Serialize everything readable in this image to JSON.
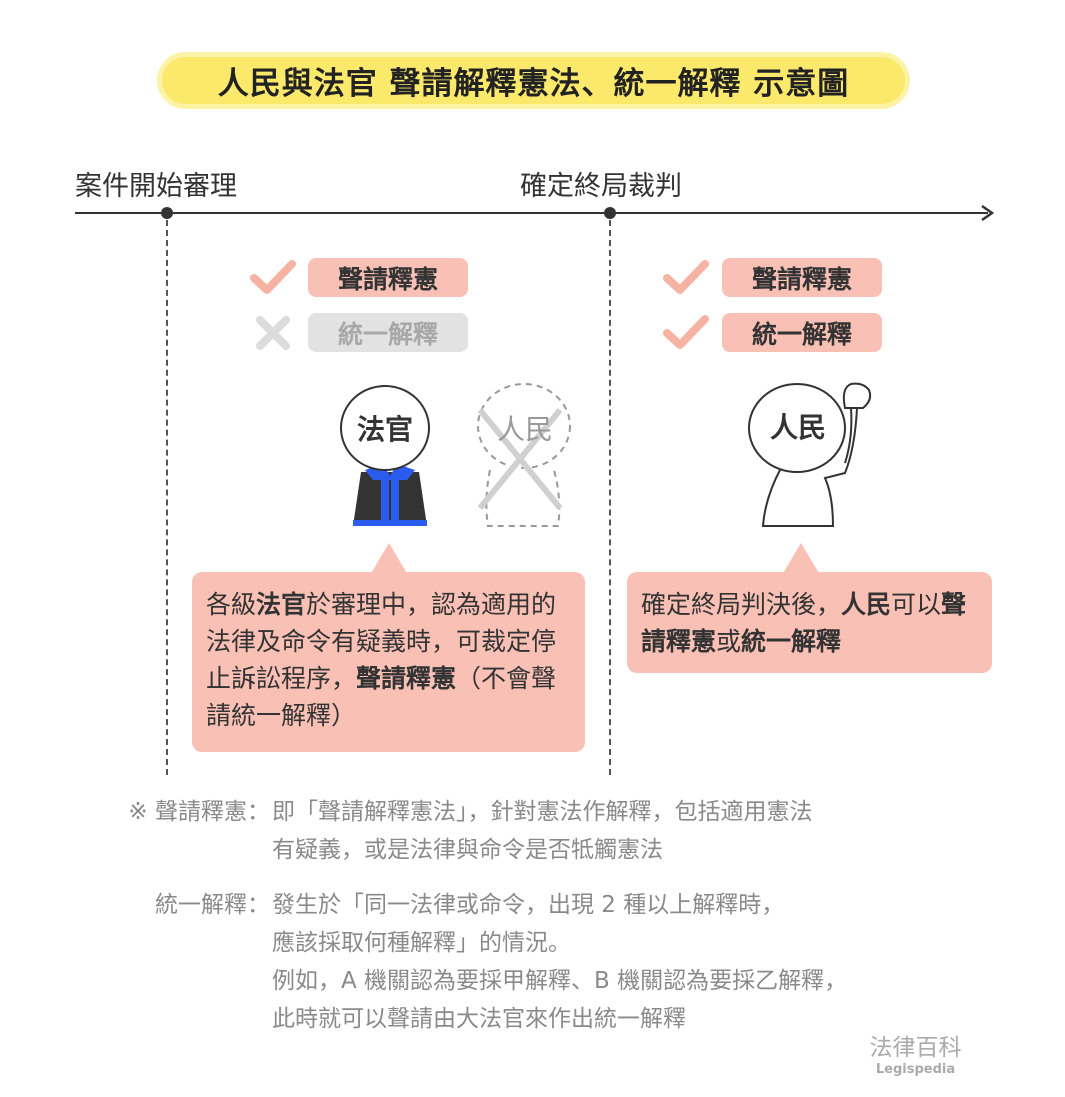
{
  "title": "人民與法官 聲請解釋憲法、統一解釋 示意圖",
  "timeline": {
    "start_label": "案件開始審理",
    "end_label": "確定終局裁判"
  },
  "left_panel": {
    "items": [
      {
        "label": "聲請釋憲",
        "status": "allowed",
        "icon": "check-icon"
      },
      {
        "label": "統一解釋",
        "status": "not-allowed",
        "icon": "cross-icon"
      }
    ],
    "figures": [
      {
        "label": "法官",
        "state": "active"
      },
      {
        "label": "人民",
        "state": "crossed-out"
      }
    ],
    "bubble": {
      "t1": "各級",
      "b1": "法官",
      "t2": "於審理中，認為適用的法律及命令有疑義時，可裁定停止訴訟程序，",
      "b2": "聲請釋憲",
      "t3": "（不會聲請統一解釋）"
    }
  },
  "right_panel": {
    "items": [
      {
        "label": "聲請釋憲",
        "status": "allowed",
        "icon": "check-icon"
      },
      {
        "label": "統一解釋",
        "status": "allowed",
        "icon": "check-icon"
      }
    ],
    "figure": {
      "label": "人民",
      "state": "active"
    },
    "bubble": {
      "t1": "確定終局判決後，",
      "b1": "人民",
      "t2": "可以",
      "b2": "聲請釋憲",
      "t3": "或",
      "b3": "統一解釋"
    }
  },
  "notes": [
    {
      "label": "※ 聲請釋憲：",
      "lines": [
        "即「聲請解釋憲法」，針對憲法作解釋，包括適用憲法",
        "有疑義，或是法律與命令是否牴觸憲法"
      ]
    },
    {
      "label": "統一解釋：",
      "lines": [
        "發生於「同一法律或命令，出現 2 種以上解釋時，",
        "應該採取何種解釋」的情況。",
        "例如，A 機關認為要採甲解釋、B 機關認為要採乙解釋，",
        "此時就可以聲請由大法官來作出統一解釋"
      ]
    }
  ],
  "logo": {
    "zh": "法律百科",
    "en": "Legispedia"
  },
  "colors": {
    "title_bg": "#fbe96b",
    "title_border": "#fdf3a6",
    "accent_pink": "#f9c1b5",
    "check_pink": "#f6b3a4",
    "disabled_gray": "#e2e2e2",
    "robe_blue": "#2a5cf0"
  }
}
